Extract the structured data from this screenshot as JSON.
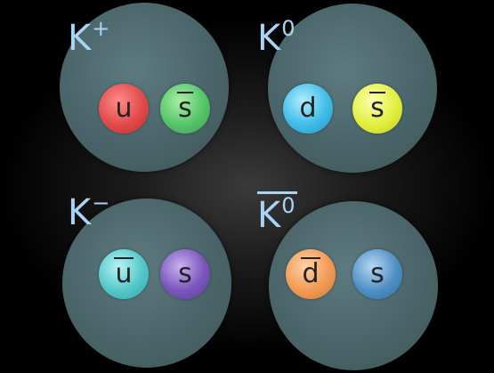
{
  "mesons": [
    {
      "name": "K",
      "charge": "+",
      "antiparticle": false,
      "quarks": [
        {
          "flavor": "u",
          "anti": false,
          "color": "#e24a4a"
        },
        {
          "flavor": "s",
          "anti": true,
          "color": "#56c46a"
        }
      ]
    },
    {
      "name": "K",
      "charge": "0",
      "antiparticle": false,
      "quarks": [
        {
          "flavor": "d",
          "anti": false,
          "color": "#3fbde8"
        },
        {
          "flavor": "s",
          "anti": true,
          "color": "#e2ef3e"
        }
      ]
    },
    {
      "name": "K",
      "charge": "−",
      "antiparticle": false,
      "quarks": [
        {
          "flavor": "u",
          "anti": true,
          "color": "#55c7c9"
        },
        {
          "flavor": "s",
          "anti": false,
          "color": "#7a56bb"
        }
      ]
    },
    {
      "name": "K",
      "charge": "0",
      "antiparticle": true,
      "quarks": [
        {
          "flavor": "d",
          "anti": true,
          "color": "#f29a55"
        },
        {
          "flavor": "s",
          "anti": false,
          "color": "#4f8fc4"
        }
      ]
    }
  ],
  "colors": {
    "background": "#000000",
    "meson_fill": "#4a6569",
    "label": "#a9d4f5"
  }
}
